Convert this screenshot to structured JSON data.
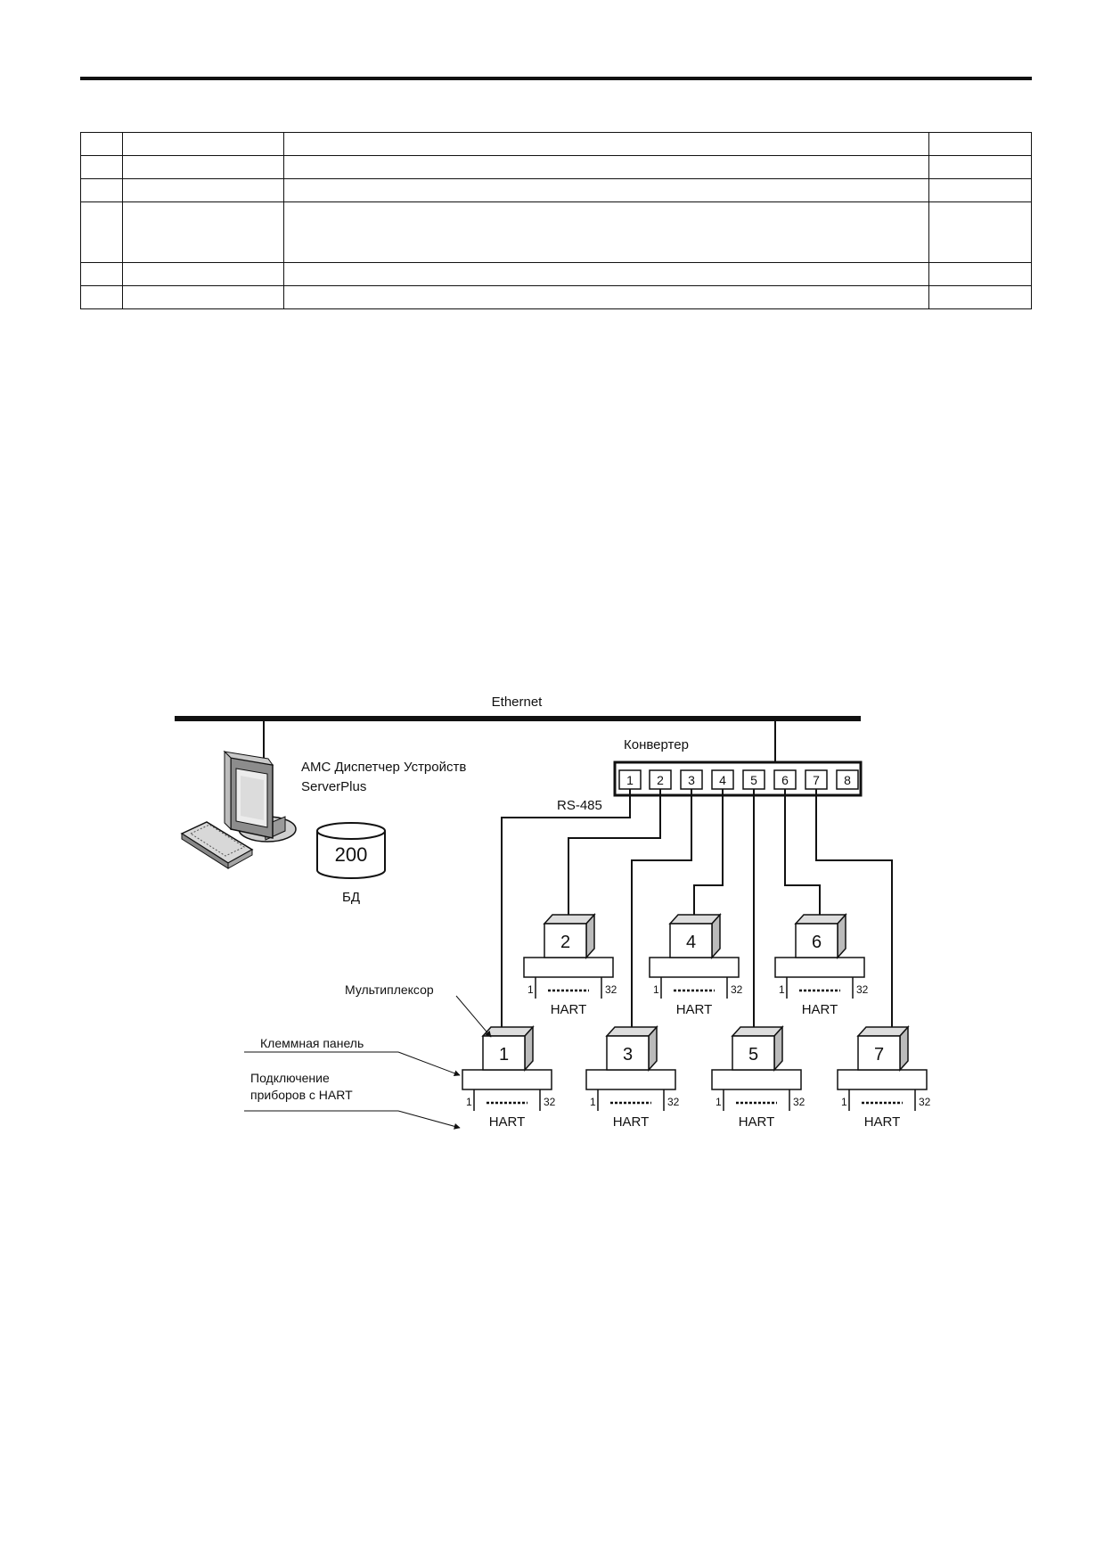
{
  "network": {
    "bus_label": "Ethernet"
  },
  "server": {
    "label_line1": "АМС Диспетчер Устройств",
    "label_line2": "ServerPlus"
  },
  "database": {
    "value": "200",
    "label": "БД"
  },
  "converter": {
    "label": "Конвертер",
    "ports": [
      "1",
      "2",
      "3",
      "4",
      "5",
      "6",
      "7",
      "8"
    ]
  },
  "rs485_label": "RS-485",
  "callouts": {
    "multiplexer": "Мультиплексор",
    "terminal_panel": "Клеммная панель",
    "hart_line1": "Подключение",
    "hart_line2": "приборов с HART"
  },
  "multiplexers": [
    {
      "id": "1",
      "range_start": "1",
      "range_end": "32",
      "label": "HART"
    },
    {
      "id": "2",
      "range_start": "1",
      "range_end": "32",
      "label": "HART"
    },
    {
      "id": "3",
      "range_start": "1",
      "range_end": "32",
      "label": "HART"
    },
    {
      "id": "4",
      "range_start": "1",
      "range_end": "32",
      "label": "HART"
    },
    {
      "id": "5",
      "range_start": "1",
      "range_end": "32",
      "label": "HART"
    },
    {
      "id": "6",
      "range_start": "1",
      "range_end": "32",
      "label": "HART"
    },
    {
      "id": "7",
      "range_start": "1",
      "range_end": "32",
      "label": "HART"
    }
  ]
}
